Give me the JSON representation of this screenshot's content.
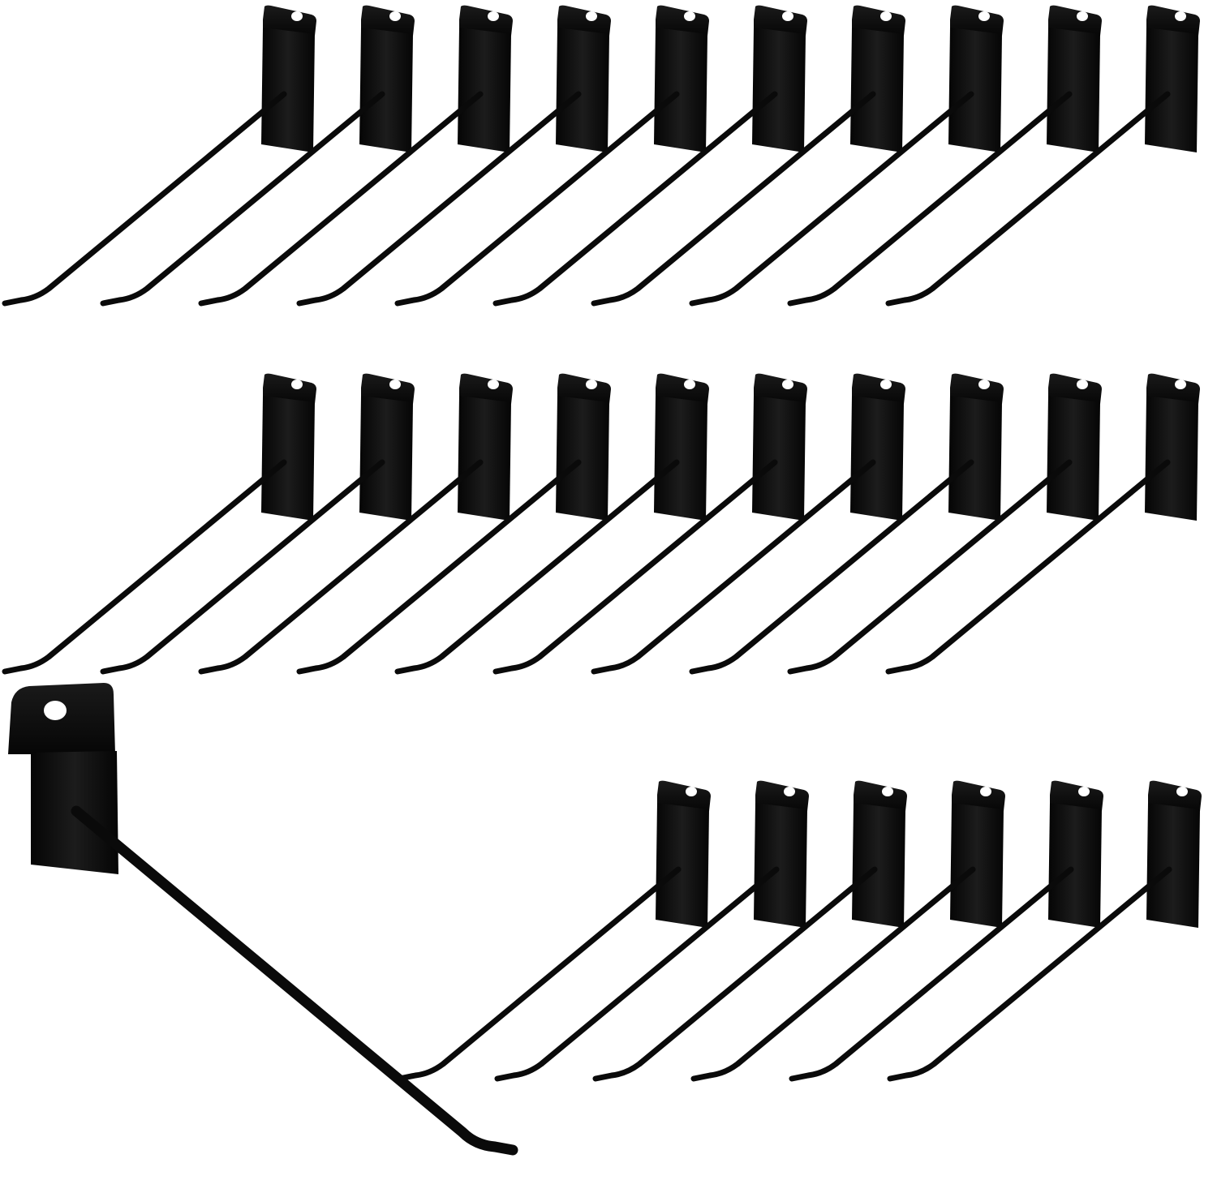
{
  "product": {
    "name": "slatwall-hook",
    "color": "#0a0a0a",
    "highlight": "#2a2a2a",
    "background": "#ffffff"
  },
  "rows": [
    {
      "label": "row-top",
      "count": 10
    },
    {
      "label": "row-middle",
      "count": 10
    },
    {
      "label": "row-bottom",
      "count": 6
    }
  ],
  "featured_hook": {
    "count": 1
  }
}
